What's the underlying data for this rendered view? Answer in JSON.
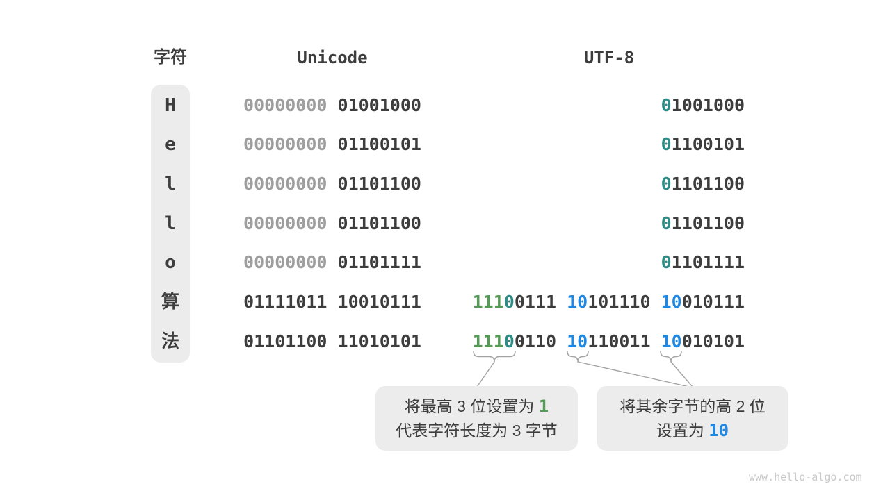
{
  "header": {
    "col_char": "字符",
    "col_unicode": "Unicode",
    "col_utf8": "UTF-8"
  },
  "rows": [
    {
      "char": "H",
      "unicode": [
        {
          "t": "00000000 ",
          "c": "gray"
        },
        {
          "t": "01001000",
          "c": "dark"
        }
      ],
      "utf8": [
        {
          "t": "0",
          "c": "teal"
        },
        {
          "t": "1001000",
          "c": "dark"
        }
      ]
    },
    {
      "char": "e",
      "unicode": [
        {
          "t": "00000000 ",
          "c": "gray"
        },
        {
          "t": "01100101",
          "c": "dark"
        }
      ],
      "utf8": [
        {
          "t": "0",
          "c": "teal"
        },
        {
          "t": "1100101",
          "c": "dark"
        }
      ]
    },
    {
      "char": "l",
      "unicode": [
        {
          "t": "00000000 ",
          "c": "gray"
        },
        {
          "t": "01101100",
          "c": "dark"
        }
      ],
      "utf8": [
        {
          "t": "0",
          "c": "teal"
        },
        {
          "t": "1101100",
          "c": "dark"
        }
      ]
    },
    {
      "char": "l",
      "unicode": [
        {
          "t": "00000000 ",
          "c": "gray"
        },
        {
          "t": "01101100",
          "c": "dark"
        }
      ],
      "utf8": [
        {
          "t": "0",
          "c": "teal"
        },
        {
          "t": "1101100",
          "c": "dark"
        }
      ]
    },
    {
      "char": "o",
      "unicode": [
        {
          "t": "00000000 ",
          "c": "gray"
        },
        {
          "t": "01101111",
          "c": "dark"
        }
      ],
      "utf8": [
        {
          "t": "0",
          "c": "teal"
        },
        {
          "t": "1101111",
          "c": "dark"
        }
      ]
    },
    {
      "char": "算",
      "unicode": [
        {
          "t": "01111011 10010111",
          "c": "dark"
        }
      ],
      "utf8": [
        {
          "t": "111",
          "c": "green"
        },
        {
          "t": "0",
          "c": "teal"
        },
        {
          "t": "0111 ",
          "c": "dark"
        },
        {
          "t": "10",
          "c": "blue"
        },
        {
          "t": "101110 ",
          "c": "dark"
        },
        {
          "t": "10",
          "c": "blue"
        },
        {
          "t": "010111",
          "c": "dark"
        }
      ]
    },
    {
      "char": "法",
      "unicode": [
        {
          "t": "01101100 11010101",
          "c": "dark"
        }
      ],
      "utf8": [
        {
          "t": "111",
          "c": "green"
        },
        {
          "t": "0",
          "c": "teal"
        },
        {
          "t": "0110 ",
          "c": "dark"
        },
        {
          "t": "10",
          "c": "blue"
        },
        {
          "t": "110011 ",
          "c": "dark"
        },
        {
          "t": "10",
          "c": "blue"
        },
        {
          "t": "010101",
          "c": "dark"
        }
      ]
    }
  ],
  "callouts": {
    "left": {
      "line1_text": "将最高 3 位设置为 ",
      "line1_highlight": "1",
      "line2": "代表字符长度为 3 字节"
    },
    "right": {
      "line1": "将其余字节的高 2 位",
      "line2_text": "设置为 ",
      "line2_highlight": "10"
    }
  },
  "watermark": "www.hello-algo.com",
  "colors": {
    "green": "#569a58",
    "teal": "#2d8c85",
    "blue": "#1e88e5",
    "dark": "#3d3d3d",
    "gray": "#9e9e9e",
    "panel": "#ececec",
    "line": "#a3a3a3",
    "watermark": "#c9c9c9"
  }
}
